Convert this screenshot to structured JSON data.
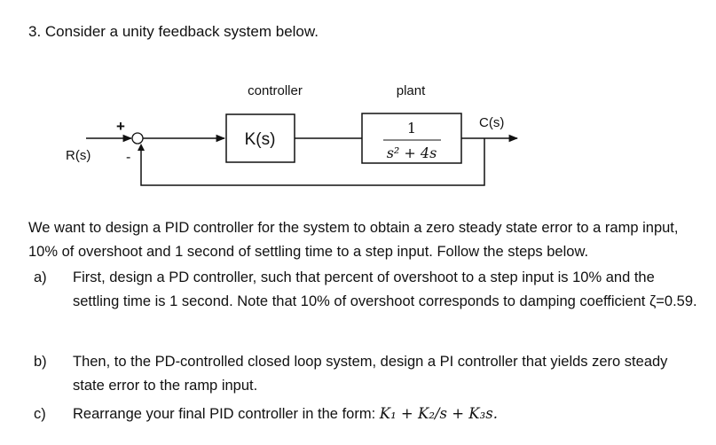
{
  "question": {
    "title": "3. Consider a unity feedback system below."
  },
  "diagram": {
    "input_label": "R(s)",
    "output_label": "C(s)",
    "plus_sign": "+",
    "minus_sign": "-",
    "controller_title": "controller",
    "controller_block": "K(s)",
    "plant_title": "plant",
    "plant_numerator": "1",
    "plant_denominator": "s² + 4s"
  },
  "intro": "We want to design a PID controller for the system to obtain a zero steady state error to a ramp input, 10% of overshoot and 1 second of settling time to a step input. Follow the steps below.",
  "parts": {
    "a": {
      "label": "a)",
      "text": "First, design a PD controller, such that percent of overshoot to a step input is 10% and the settling time is 1 second. Note that 10% of overshoot corresponds to damping coefficient ζ=0.59."
    },
    "b": {
      "label": "b)",
      "text": "Then, to the PD-controlled closed loop system, design a PI controller that yields zero steady state error to the ramp input."
    },
    "c": {
      "label": "c)",
      "text": "Rearrange your final PID controller in the form: ",
      "formula": "K₁ + K₂/s + K₃s."
    }
  }
}
